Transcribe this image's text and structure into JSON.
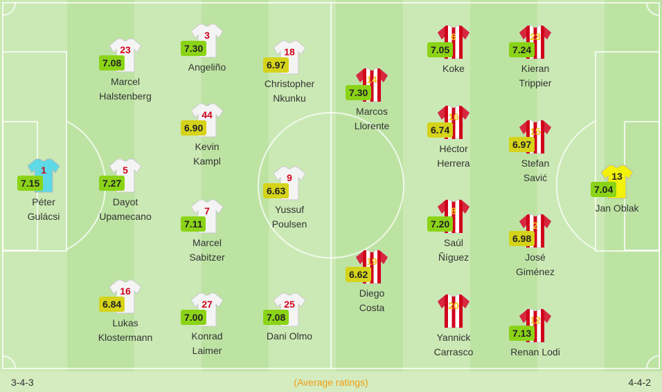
{
  "home": {
    "formation": "3-4-3",
    "players": [
      {
        "number": "1",
        "name": "Péter\nGulácsi",
        "rating": "7.15",
        "ratingColor": "green",
        "kit": "gk"
      },
      {
        "number": "23",
        "name": "Marcel\nHalstenberg",
        "rating": "7.08",
        "ratingColor": "green",
        "kit": "white"
      },
      {
        "number": "5",
        "name": "Dayot\nUpamecano",
        "rating": "7.27",
        "ratingColor": "green",
        "kit": "white"
      },
      {
        "number": "16",
        "name": "Lukas\nKlostermann",
        "rating": "6.84",
        "ratingColor": "yellow",
        "kit": "white"
      },
      {
        "number": "3",
        "name": "Angeliño",
        "rating": "7.30",
        "ratingColor": "green",
        "kit": "white"
      },
      {
        "number": "44",
        "name": "Kevin\nKampl",
        "rating": "6.90",
        "ratingColor": "yellow",
        "kit": "white"
      },
      {
        "number": "7",
        "name": "Marcel\nSabitzer",
        "rating": "7.11",
        "ratingColor": "green",
        "kit": "white"
      },
      {
        "number": "27",
        "name": "Konrad\nLaimer",
        "rating": "7.00",
        "ratingColor": "green",
        "kit": "white"
      },
      {
        "number": "18",
        "name": "Christopher\nNkunku",
        "rating": "6.97",
        "ratingColor": "yellow",
        "kit": "white"
      },
      {
        "number": "9",
        "name": "Yussuf\nPoulsen",
        "rating": "6.63",
        "ratingColor": "yellow",
        "kit": "white"
      },
      {
        "number": "25",
        "name": "Dani Olmo",
        "rating": "7.08",
        "ratingColor": "green",
        "kit": "white"
      }
    ]
  },
  "away": {
    "formation": "4-4-2",
    "players": [
      {
        "number": "14",
        "name": "Marcos\nLlorente",
        "rating": "7.30",
        "ratingColor": "green",
        "kit": "stripes"
      },
      {
        "number": "19",
        "name": "Diego\nCosta",
        "rating": "6.62",
        "ratingColor": "yellow",
        "kit": "stripes"
      },
      {
        "number": "6",
        "name": "Koke",
        "rating": "7.05",
        "ratingColor": "green",
        "kit": "stripes"
      },
      {
        "number": "16",
        "name": "Héctor\nHerrera",
        "rating": "6.74",
        "ratingColor": "yellow",
        "kit": "stripes"
      },
      {
        "number": "8",
        "name": "Saúl\nÑíguez",
        "rating": "7.20",
        "ratingColor": "green",
        "kit": "stripes"
      },
      {
        "number": "20",
        "name": "Yannick\nCarrasco",
        "rating": "",
        "ratingColor": "",
        "kit": "stripes"
      },
      {
        "number": "23",
        "name": "Kieran\nTrippier",
        "rating": "7.24",
        "ratingColor": "green",
        "kit": "stripes"
      },
      {
        "number": "15",
        "name": "Stefan\nSavić",
        "rating": "6.97",
        "ratingColor": "yellow",
        "kit": "stripes"
      },
      {
        "number": "2",
        "name": "José\nGiménez",
        "rating": "6.98",
        "ratingColor": "yellow",
        "kit": "stripes"
      },
      {
        "number": "12",
        "name": "Renan Lodi",
        "rating": "7.13",
        "ratingColor": "green",
        "kit": "stripes"
      },
      {
        "number": "13",
        "name": "Jan Oblak",
        "rating": "7.04",
        "ratingColor": "green",
        "kit": "gk"
      }
    ]
  },
  "footer": {
    "center_label": "(Average ratings)"
  },
  "colors": {
    "rating_green": "#8bd317",
    "rating_yellow": "#d5d31a",
    "home_kit": "#f4f4f4",
    "home_number": "#d0021b",
    "home_gk_kit": "#5ed9e6",
    "away_stripe_red": "#d0021b",
    "away_gk_kit": "#f2f20a",
    "away_number": "#f0c020",
    "label_accent": "#f39c12"
  }
}
